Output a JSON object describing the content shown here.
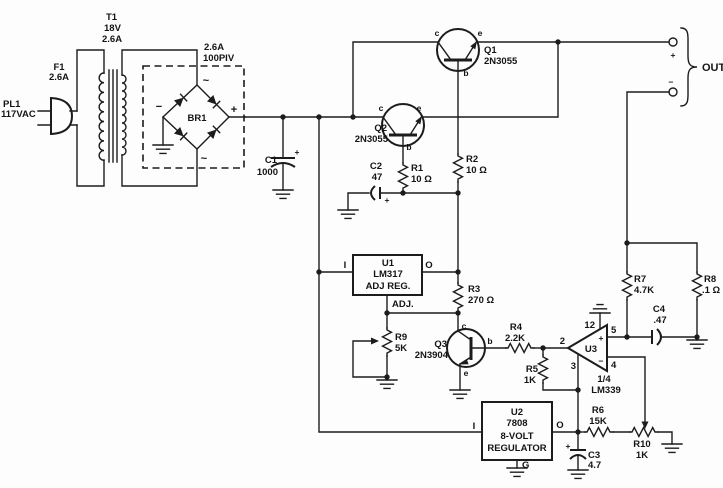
{
  "colors": {
    "ink": "#1c1c1c",
    "background": "#fdfdfd"
  },
  "out": {
    "label": "OUT",
    "plus": "+",
    "minus": "−"
  },
  "c": {
    "pl1": {
      "ref": "PL1",
      "value": "117VAC"
    },
    "f1": {
      "ref": "F1",
      "value": "2.6A"
    },
    "t1": {
      "ref": "T1",
      "volts": "18V",
      "amps": "2.6A"
    },
    "br1": {
      "ref": "BR1",
      "amps": "2.6A",
      "piv": "100PIV",
      "ac_top": "~",
      "ac_bottom": "~",
      "plus": "+",
      "minus": "−"
    },
    "c1": {
      "ref": "C1",
      "value": "1000",
      "plus": "+"
    },
    "c2": {
      "ref": "C2",
      "value": "47",
      "plus": "+"
    },
    "c3": {
      "ref": "C3",
      "value": "4.7",
      "plus": "+"
    },
    "c4": {
      "ref": "C4",
      "value": ".47"
    },
    "r1": {
      "ref": "R1",
      "value": "10 Ω"
    },
    "r2": {
      "ref": "R2",
      "value": "10 Ω"
    },
    "r3": {
      "ref": "R3",
      "value": "270 Ω"
    },
    "r4": {
      "ref": "R4",
      "value": "2.2K"
    },
    "r5": {
      "ref": "R5",
      "value": "1K"
    },
    "r6": {
      "ref": "R6",
      "value": "15K"
    },
    "r7": {
      "ref": "R7",
      "value": "4.7K"
    },
    "r8": {
      "ref": "R8",
      "value": ".1 Ω"
    },
    "r9": {
      "ref": "R9",
      "value": "5K"
    },
    "r10": {
      "ref": "R10",
      "value": "1K"
    },
    "q1": {
      "ref": "Q1",
      "part": "2N3055",
      "c": "c",
      "b": "b",
      "e": "e"
    },
    "q2": {
      "ref": "Q2",
      "part": "2N3055",
      "c": "c",
      "b": "b",
      "e": "e"
    },
    "q3": {
      "ref": "Q3",
      "part": "2N3904",
      "c": "c",
      "b": "b",
      "e": "e"
    },
    "u1": {
      "ref": "U1",
      "part": "LM317",
      "desc": "ADJ REG.",
      "pin_i": "I",
      "pin_o": "O",
      "pin_adj": "ADJ."
    },
    "u2": {
      "ref": "U2",
      "part": "7808",
      "desc1": "8-VOLT",
      "desc2": "REGULATOR",
      "pin_i": "I",
      "pin_o": "O",
      "pin_g": "G"
    },
    "u3": {
      "ref": "U3",
      "fraction": "1/4",
      "part": "LM339",
      "pin2": "2",
      "pin3": "3",
      "pin4": "4",
      "pin5": "5",
      "pin12": "12",
      "plus": "+",
      "minus": "−"
    }
  }
}
